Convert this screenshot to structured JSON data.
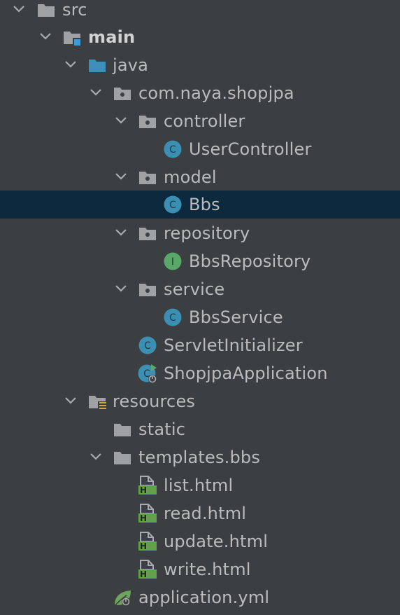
{
  "project_tree": {
    "colors": {
      "background": "#3c3f41",
      "selection": "#0d293e",
      "folder": "#9fa1a3",
      "source_root": "#3d8fb9",
      "class_icon": "#3b8fb3",
      "interface_icon": "#59a869",
      "html_icon": "#62a148",
      "spring_leaf": "#6ea45d",
      "text": "#bbbbbb"
    },
    "selected_item": "Bbs",
    "items": [
      {
        "name": "src",
        "type": "folder",
        "expanded": true
      },
      {
        "name": "main",
        "type": "module-folder",
        "expanded": true
      },
      {
        "name": "java",
        "type": "source-root",
        "expanded": true
      },
      {
        "name": "com.naya.shopjpa",
        "type": "package",
        "expanded": true
      },
      {
        "name": "controller",
        "type": "package",
        "expanded": true
      },
      {
        "name": "UserController",
        "type": "class"
      },
      {
        "name": "model",
        "type": "package",
        "expanded": true
      },
      {
        "name": "Bbs",
        "type": "class"
      },
      {
        "name": "repository",
        "type": "package",
        "expanded": true
      },
      {
        "name": "BbsRepository",
        "type": "interface"
      },
      {
        "name": "service",
        "type": "package",
        "expanded": true
      },
      {
        "name": "BbsService",
        "type": "class"
      },
      {
        "name": "ServletInitializer",
        "type": "class"
      },
      {
        "name": "ShopjpaApplication",
        "type": "spring-application"
      },
      {
        "name": "resources",
        "type": "resources-root",
        "expanded": true
      },
      {
        "name": "static",
        "type": "folder"
      },
      {
        "name": "templates.bbs",
        "type": "folder",
        "expanded": true
      },
      {
        "name": "list.html",
        "type": "html-file"
      },
      {
        "name": "read.html",
        "type": "html-file"
      },
      {
        "name": "update.html",
        "type": "html-file"
      },
      {
        "name": "write.html",
        "type": "html-file"
      },
      {
        "name": "application.yml",
        "type": "spring-config"
      }
    ]
  }
}
